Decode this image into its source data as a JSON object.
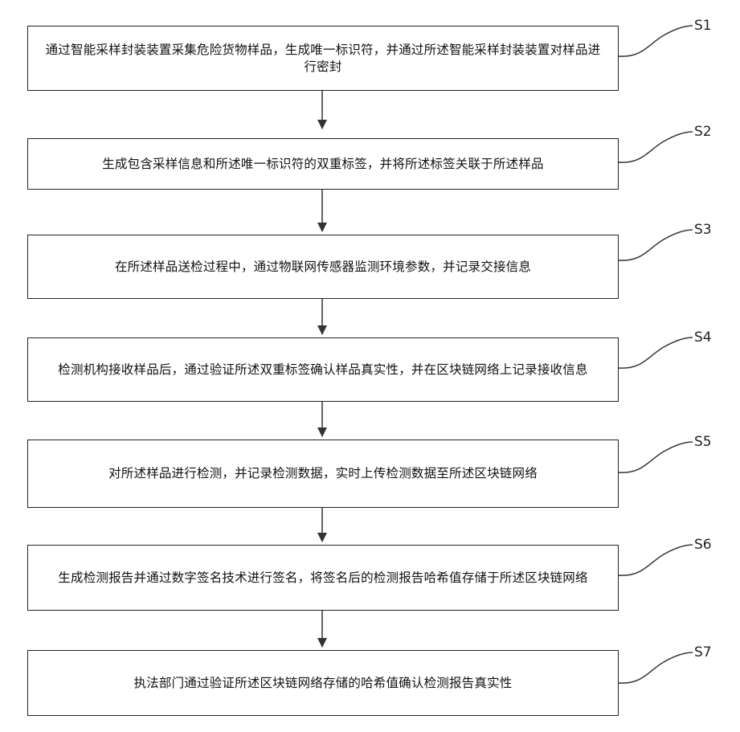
{
  "steps": [
    {
      "label": "S1",
      "text": "通过智能采样封装装置采集危险货物样品，生成唯一标识符，并通过所述智能采样封装装置对样品进行密封"
    },
    {
      "label": "S2",
      "text": "生成包含采样信息和所述唯一标识符的双重标签，并将所述标签关联于所述样品"
    },
    {
      "label": "S3",
      "text": "在所述样品送检过程中，通过物联网传感器监测环境参数，并记录交接信息"
    },
    {
      "label": "S4",
      "text": "检测机构接收样品后，通过验证所述双重标签确认样品真实性，并在区块链网络上记录接收信息"
    },
    {
      "label": "S5",
      "text": "对所述样品进行检测，并记录检测数据，实时上传检测数据至所述区块链网络"
    },
    {
      "label": "S6",
      "text": "生成检测报告并通过数字签名技术进行签名，将签名后的检测报告哈希值存储于所述区块链网络"
    },
    {
      "label": "S7",
      "text": "执法部门通过验证所述区块链网络存储的哈希值确认检测报告真实性"
    }
  ]
}
